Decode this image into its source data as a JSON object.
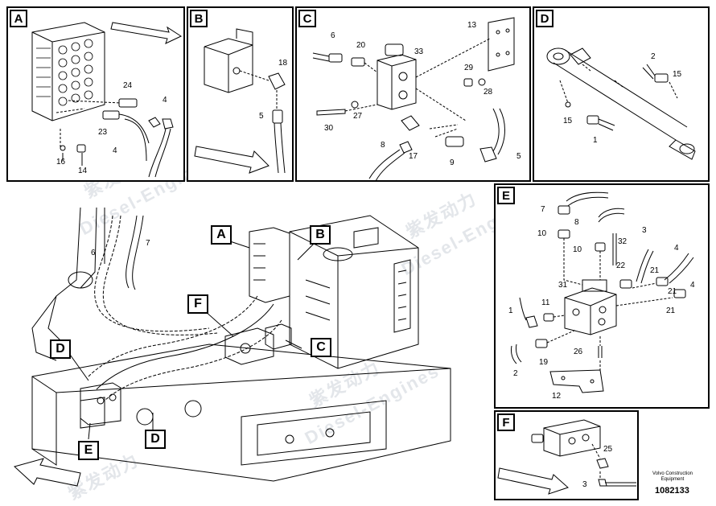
{
  "panels": {
    "A": {
      "label": "A",
      "callouts": [
        "24",
        "4",
        "23",
        "4",
        "16",
        "14"
      ]
    },
    "B": {
      "label": "B",
      "callouts": [
        "18",
        "5"
      ]
    },
    "C": {
      "label": "C",
      "callouts": [
        "13",
        "6",
        "20",
        "33",
        "29",
        "28",
        "30",
        "27",
        "8",
        "17",
        "9",
        "5"
      ]
    },
    "D": {
      "label": "D",
      "callouts": [
        "2",
        "15",
        "15",
        "1"
      ]
    },
    "E": {
      "label": "E",
      "callouts": [
        "7",
        "8",
        "10",
        "32",
        "3",
        "10",
        "22",
        "4",
        "21",
        "31",
        "21",
        "4",
        "1",
        "11",
        "21",
        "26",
        "2",
        "19",
        "12"
      ]
    },
    "F": {
      "label": "F",
      "callouts": [
        "25",
        "3"
      ]
    }
  },
  "main": {
    "tags": [
      "A",
      "B",
      "F",
      "C",
      "D",
      "E",
      "D"
    ],
    "callouts": [
      "6",
      "7"
    ]
  },
  "footer": {
    "brand": "Volvo Construction Equipment",
    "number": "1082133"
  },
  "watermark": {
    "cn": "紫发动力",
    "en": "Diesel-Engines"
  }
}
